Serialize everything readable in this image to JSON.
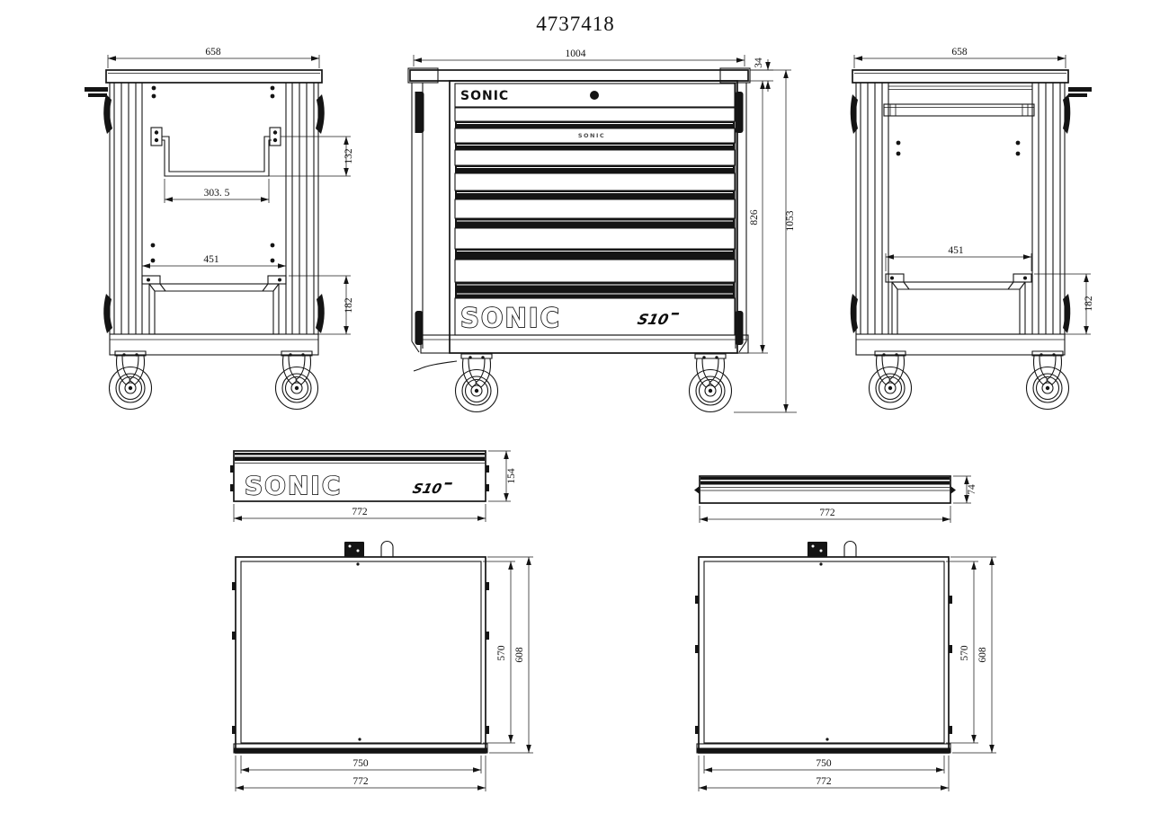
{
  "title": "4737418",
  "brand": {
    "logo_text": "SONIC",
    "model_text": "S10"
  },
  "views": {
    "side_left": {
      "dim_width": "658",
      "dim_handle_drop": "132",
      "dim_handle_width": "303. 5",
      "dim_tray_width": "451",
      "dim_tray_height": "182"
    },
    "front": {
      "dim_width": "1004",
      "dim_cap_height": "34",
      "dim_body_height": "826",
      "dim_total_height": "1053",
      "drawer_count": 7
    },
    "side_right": {
      "dim_width": "658",
      "dim_tray_width": "451",
      "dim_tray_height": "182"
    },
    "panel_tall": {
      "dim_height": "154",
      "dim_width": "772"
    },
    "panel_short": {
      "dim_height": "74",
      "dim_width": "772"
    },
    "tray_top_left": {
      "dim_inner_depth": "570",
      "dim_outer_depth": "608",
      "dim_inner_width": "750",
      "dim_outer_width": "772"
    },
    "tray_top_right": {
      "dim_inner_depth": "570",
      "dim_outer_depth": "608",
      "dim_inner_width": "750",
      "dim_outer_width": "772"
    }
  },
  "colors": {
    "line": "#161616",
    "background": "#ffffff"
  }
}
